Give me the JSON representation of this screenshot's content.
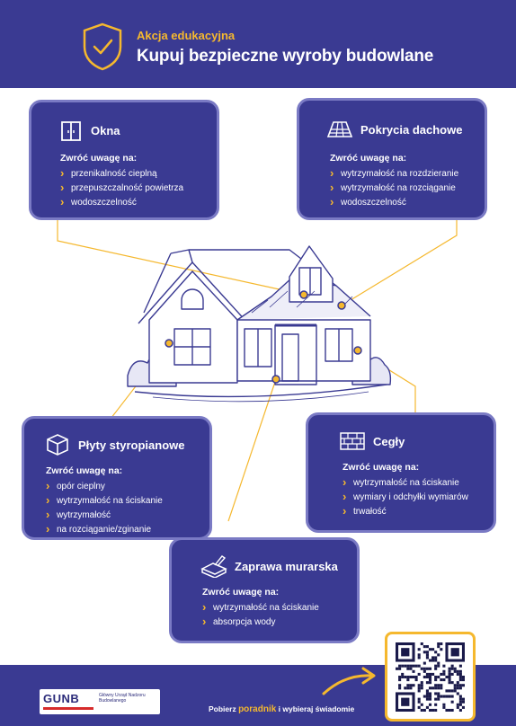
{
  "header": {
    "kicker": "Akcja edukacyjna",
    "title": "Kupuj bezpieczne wyroby budowlane",
    "icon": "shield-check-icon"
  },
  "colors": {
    "navy": "#3a3a92",
    "yellow": "#f5b82e",
    "border": "#7a7ac4"
  },
  "cards": {
    "okna": {
      "icon": "window-icon",
      "title": "Okna",
      "subtitle": "Zwróć uwagę na:",
      "items": [
        "przenikalność cieplną",
        "przepuszczalność powietrza",
        "wodoszczelność"
      ]
    },
    "pokrycia": {
      "icon": "roof-tiles-icon",
      "title": "Pokrycia dachowe",
      "subtitle": "Zwróć uwagę na:",
      "items": [
        "wytrzymałość na rozdzieranie",
        "wytrzymałość na rozciąganie",
        "wodoszczelność"
      ]
    },
    "plyty": {
      "icon": "cube-icon",
      "title": "Płyty styropianowe",
      "subtitle": "Zwróć uwagę na:",
      "items": [
        "opór cieplny",
        "wytrzymałość na ściskanie",
        "wytrzymałość"
      ],
      "item_cont": "na rozciąganie/zginanie"
    },
    "cegly": {
      "icon": "bricks-icon",
      "title": "Cegły",
      "subtitle": "Zwróć uwagę na:",
      "items": [
        "wytrzymałość na ściskanie",
        "wymiary i odchyłki wymiarów",
        "trwałość"
      ]
    },
    "zaprawa": {
      "icon": "trowel-icon",
      "title": "Zaprawa murarska",
      "subtitle": "Zwróć uwagę na:",
      "items": [
        "wytrzymałość na ściskanie",
        "absorpcja wody"
      ]
    }
  },
  "footer": {
    "logo": "GUNB",
    "logo_sub": "Główny Urząd Nadzoru Budowlanego",
    "cta_pre": "Pobierz ",
    "cta_highlight": "poradnik",
    "cta_post": " i wybieraj świadomie",
    "qr_icon": "qr-code-icon",
    "arrow_icon": "arrow-right-icon"
  }
}
